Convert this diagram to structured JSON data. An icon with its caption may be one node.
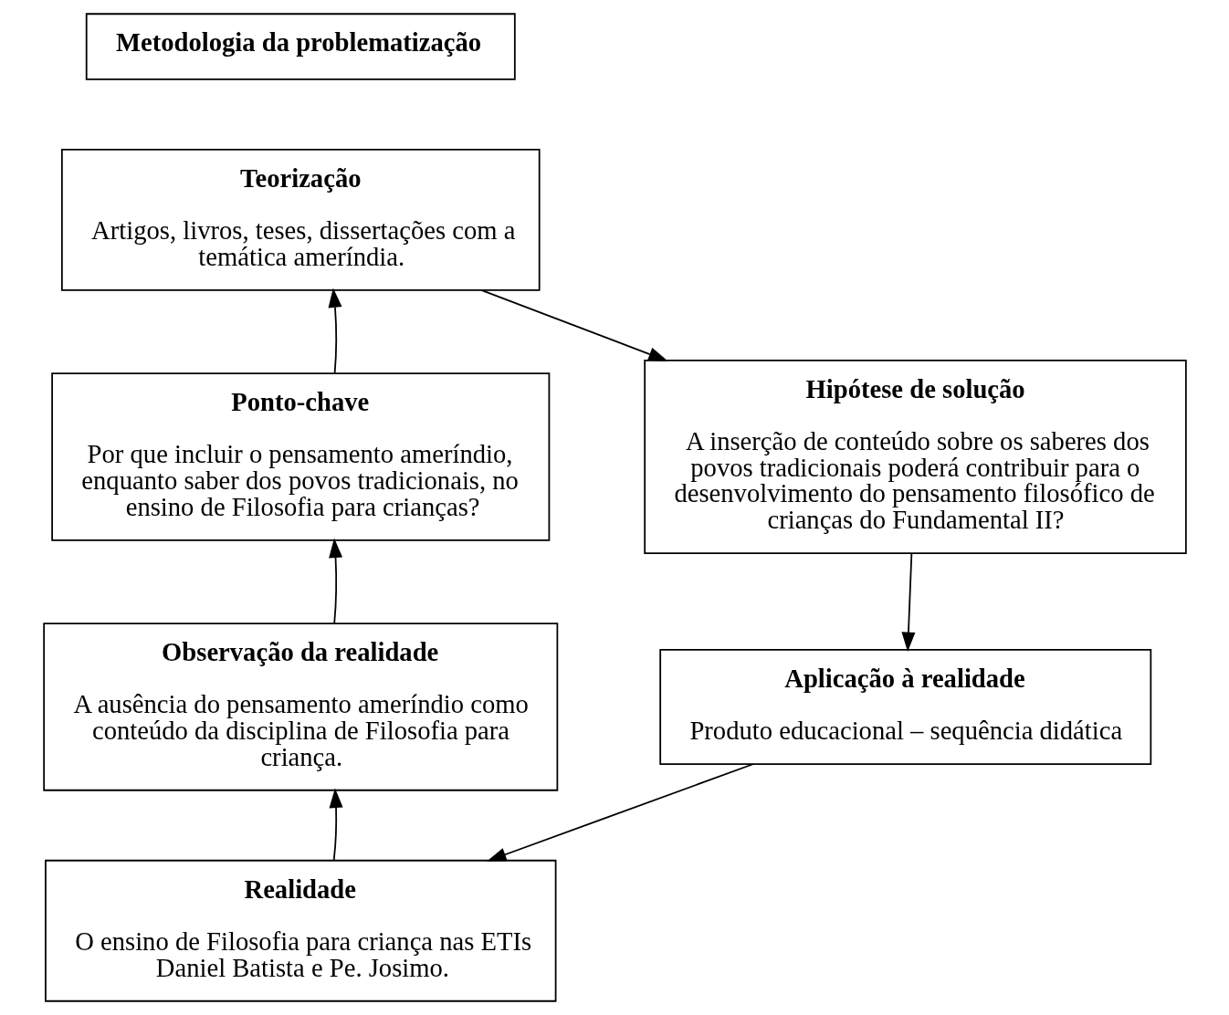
{
  "diagram": {
    "nodes": [
      {
        "text": [
          "Metodologia da problematização"
        ]
      },
      {
        "text": [
          "Teorização",
          "Artigos, livros, teses, dissertações com a temática ameríndia."
        ]
      },
      {
        "text": [
          "Ponto-chave",
          "Por que incluir o pensamento ameríndio, enquanto saber dos povos tradicionais, no ensino de Filosofia para crianças?"
        ]
      },
      {
        "text": [
          "Hipótese de solução",
          "A inserção de conteúdo sobre os saberes dos povos tradicionais poderá contribuir para o desenvolvimento do pensamento filosófico de crianças do Fundamental II?"
        ]
      },
      {
        "text": [
          "Observação da realidade",
          "A ausência do pensamento ameríndio como conteúdo da disciplina de Filosofia para criança."
        ]
      },
      {
        "text": [
          "Aplicação à realidade",
          "Produto educacional – sequência didática"
        ]
      },
      {
        "text": [
          "Realidade",
          "O ensino de Filosofia para criança nas ETIs Daniel Batista e Pe. Josimo."
        ]
      }
    ],
    "edges": [
      {
        "from": 2,
        "to": 1,
        "arrow": "to"
      },
      {
        "from": 1,
        "to": 3,
        "arrow": "to"
      },
      {
        "from": 3,
        "to": 5,
        "arrow": "to"
      },
      {
        "from": 5,
        "to": 6,
        "arrow": "to"
      },
      {
        "from": 6,
        "to": 4,
        "arrow": "to"
      },
      {
        "from": 4,
        "to": 2,
        "arrow": "to"
      }
    ]
  }
}
